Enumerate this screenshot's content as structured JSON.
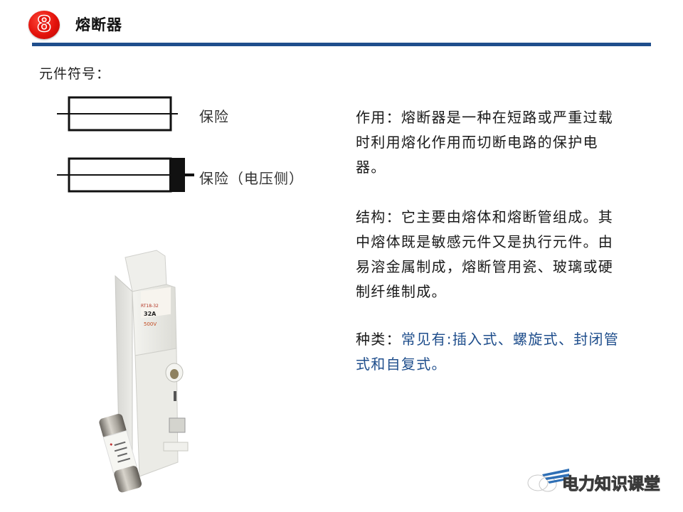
{
  "header": {
    "number": "8",
    "title": "熔断器",
    "accent_color": "#1f4e8c",
    "badge_color": "#e3120b"
  },
  "symbols": {
    "section_label": "元件符号：",
    "items": [
      {
        "label": "保险",
        "icon": "fuse-symbol-icon"
      },
      {
        "label": "保险（电压侧）",
        "icon": "fuse-voltage-side-symbol-icon"
      }
    ]
  },
  "photo": {
    "description": "fuse holder and cartridge fuse photo",
    "holder_rating": "32A",
    "holder_voltage": "500V"
  },
  "paragraphs": {
    "function": {
      "label": "作用：",
      "text": "熔断器是一种在短路或严重过载时利用熔化作用而切断电路的保护电器。"
    },
    "structure": {
      "label": "结构：",
      "text": "它主要由熔体和熔断管组成。其中熔体既是敏感元件又是执行元件。由易溶金属制成，熔断管用瓷、玻璃或硬制纤维制成。"
    },
    "types": {
      "label": "种类：",
      "text": "常见有:插入式、螺旋式、封闭管式和自复式。"
    }
  },
  "watermark": {
    "text": "电力知识课堂"
  }
}
